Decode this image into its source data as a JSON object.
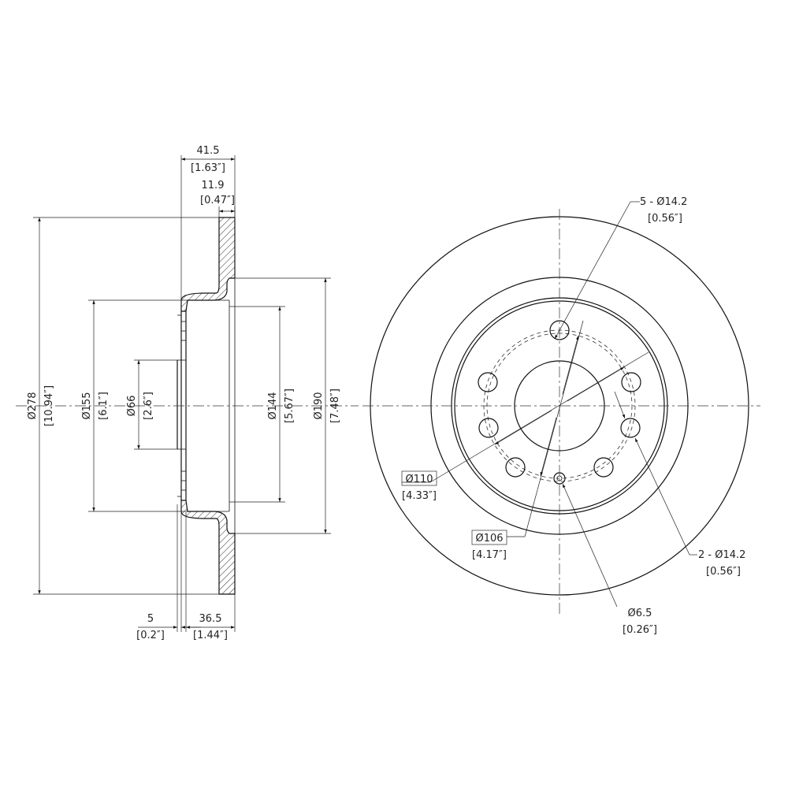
{
  "dimensions": {
    "width_overall": {
      "mm": "41.5",
      "inch": "[1.63″]"
    },
    "disc_thickness": {
      "mm": "11.9",
      "inch": "[0.47″]"
    },
    "hat_wall": {
      "mm": "5",
      "inch": "[0.2″]"
    },
    "offset_depth": {
      "mm": "36.5",
      "inch": "[1.44″]"
    },
    "outer_diameter": {
      "mm": "Ø278",
      "inch": "[10.94″]"
    },
    "hat_diameter": {
      "mm": "Ø155",
      "inch": "[6.1″]"
    },
    "center_bore": {
      "mm": "Ø66",
      "inch": "[2.6″]"
    },
    "inner_hat_diameter": {
      "mm": "Ø144",
      "inch": "[5.67″]"
    },
    "inner_friction_diameter": {
      "mm": "Ø190",
      "inch": "[7.48″]"
    },
    "lug_holes": {
      "mm": "5 - Ø14.2",
      "inch": "[0.56″]"
    },
    "extra_holes": {
      "mm": "2 - Ø14.2",
      "inch": "[0.56″]"
    },
    "bolt_circle_a": {
      "mm": "Ø110",
      "inch": "[4.33″]"
    },
    "bolt_circle_b": {
      "mm": "Ø106",
      "inch": "[4.17″]"
    },
    "set_screw": {
      "mm": "Ø6.5",
      "inch": "[0.26″]"
    }
  }
}
